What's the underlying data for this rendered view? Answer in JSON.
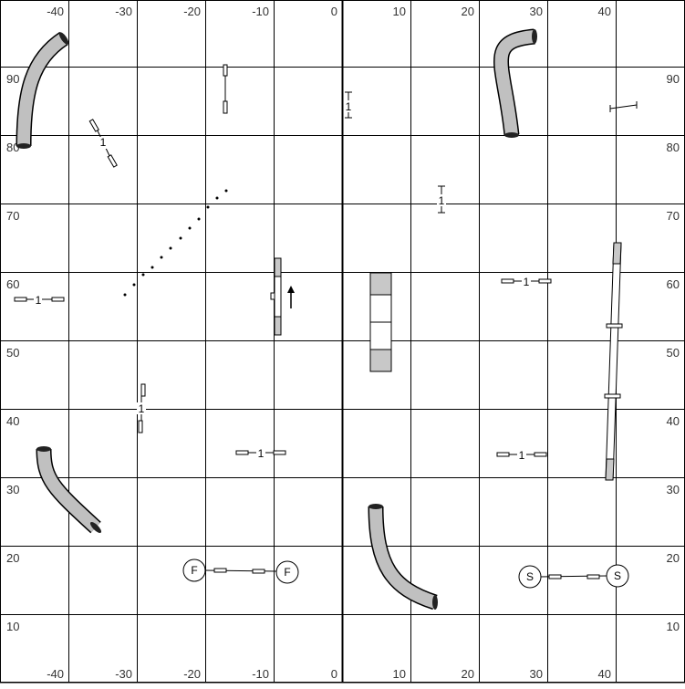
{
  "course": {
    "x_ticks": [
      "-40",
      "-30",
      "-20",
      "-10",
      "0",
      "10",
      "20",
      "30",
      "40"
    ],
    "y_ticks": [
      "90",
      "80",
      "70",
      "60",
      "50",
      "40",
      "30",
      "20",
      "10"
    ],
    "jump_label": "1",
    "start_label": "S",
    "finish_label": "F",
    "colors": {
      "grid": "#000000",
      "tunnel_fill": "#c0c0c0",
      "obstacle_fill": "#c8c8c8",
      "background": "#ffffff"
    }
  }
}
